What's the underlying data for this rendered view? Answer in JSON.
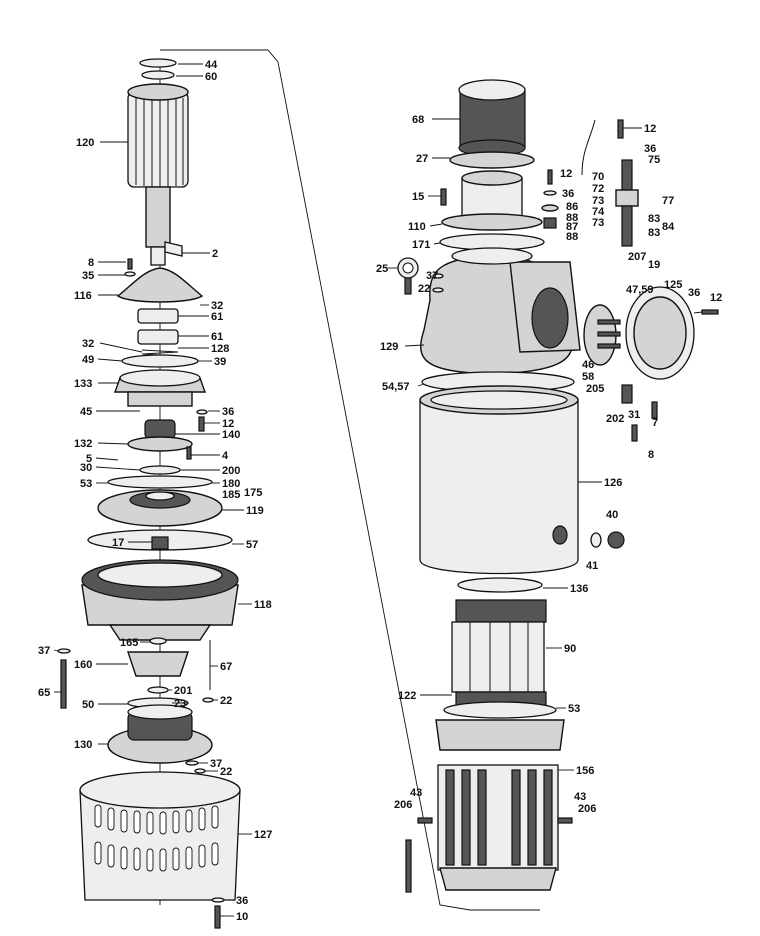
{
  "callouts": [
    {
      "id": "44",
      "side": "left"
    },
    {
      "id": "60",
      "side": "left"
    },
    {
      "id": "120",
      "side": "left"
    },
    {
      "id": "2",
      "side": "left"
    },
    {
      "id": "8",
      "side": "left"
    },
    {
      "id": "35",
      "side": "left"
    },
    {
      "id": "116",
      "side": "left"
    },
    {
      "id": "32",
      "side": "left"
    },
    {
      "id": "61",
      "side": "left"
    },
    {
      "id": "61",
      "side": "left"
    },
    {
      "id": "32",
      "side": "left"
    },
    {
      "id": "128",
      "side": "left"
    },
    {
      "id": "49",
      "side": "left"
    },
    {
      "id": "39",
      "side": "left"
    },
    {
      "id": "133",
      "side": "left"
    },
    {
      "id": "45",
      "side": "left"
    },
    {
      "id": "36",
      "side": "left"
    },
    {
      "id": "12",
      "side": "left"
    },
    {
      "id": "140",
      "side": "left"
    },
    {
      "id": "132",
      "side": "left"
    },
    {
      "id": "4",
      "side": "left"
    },
    {
      "id": "5",
      "side": "left"
    },
    {
      "id": "30",
      "side": "left"
    },
    {
      "id": "200",
      "side": "left"
    },
    {
      "id": "53",
      "side": "left"
    },
    {
      "id": "180",
      "side": "left"
    },
    {
      "id": "185",
      "side": "left"
    },
    {
      "id": "175",
      "side": "left"
    },
    {
      "id": "119",
      "side": "left"
    },
    {
      "id": "17",
      "side": "left"
    },
    {
      "id": "57",
      "side": "left"
    },
    {
      "id": "118",
      "side": "left"
    },
    {
      "id": "37",
      "side": "left"
    },
    {
      "id": "165",
      "side": "left"
    },
    {
      "id": "160",
      "side": "left"
    },
    {
      "id": "67",
      "side": "left"
    },
    {
      "id": "65",
      "side": "left"
    },
    {
      "id": "201",
      "side": "left"
    },
    {
      "id": "50",
      "side": "left"
    },
    {
      "id": "23",
      "side": "left"
    },
    {
      "id": "22",
      "side": "left"
    },
    {
      "id": "130",
      "side": "left"
    },
    {
      "id": "37",
      "side": "left"
    },
    {
      "id": "22",
      "side": "left"
    },
    {
      "id": "127",
      "side": "left"
    },
    {
      "id": "36",
      "side": "left"
    },
    {
      "id": "10",
      "side": "left"
    },
    {
      "id": "68",
      "side": "right"
    },
    {
      "id": "12",
      "side": "right"
    },
    {
      "id": "36",
      "side": "right"
    },
    {
      "id": "75",
      "side": "right"
    },
    {
      "id": "27",
      "side": "right"
    },
    {
      "id": "70",
      "side": "right"
    },
    {
      "id": "12",
      "side": "right"
    },
    {
      "id": "72",
      "side": "right"
    },
    {
      "id": "15",
      "side": "right"
    },
    {
      "id": "36",
      "side": "right"
    },
    {
      "id": "73",
      "side": "right"
    },
    {
      "id": "77",
      "side": "right"
    },
    {
      "id": "86",
      "side": "right"
    },
    {
      "id": "74",
      "side": "right"
    },
    {
      "id": "88",
      "side": "right"
    },
    {
      "id": "83",
      "side": "right"
    },
    {
      "id": "110",
      "side": "right"
    },
    {
      "id": "87",
      "side": "right"
    },
    {
      "id": "73",
      "side": "right"
    },
    {
      "id": "84",
      "side": "right"
    },
    {
      "id": "88",
      "side": "right"
    },
    {
      "id": "83",
      "side": "right"
    },
    {
      "id": "171",
      "side": "right"
    },
    {
      "id": "207",
      "side": "right"
    },
    {
      "id": "19",
      "side": "right"
    },
    {
      "id": "25",
      "side": "right"
    },
    {
      "id": "37",
      "side": "right"
    },
    {
      "id": "22",
      "side": "right"
    },
    {
      "id": "125",
      "side": "right"
    },
    {
      "id": "47,59",
      "side": "right"
    },
    {
      "id": "36",
      "side": "right"
    },
    {
      "id": "12",
      "side": "right"
    },
    {
      "id": "129",
      "side": "right"
    },
    {
      "id": "46",
      "side": "right"
    },
    {
      "id": "58",
      "side": "right"
    },
    {
      "id": "54,57",
      "side": "right"
    },
    {
      "id": "205",
      "side": "right"
    },
    {
      "id": "31",
      "side": "right"
    },
    {
      "id": "202",
      "side": "right"
    },
    {
      "id": "7",
      "side": "right"
    },
    {
      "id": "8",
      "side": "right"
    },
    {
      "id": "126",
      "side": "right"
    },
    {
      "id": "40",
      "side": "right"
    },
    {
      "id": "41",
      "side": "right"
    },
    {
      "id": "136",
      "side": "right"
    },
    {
      "id": "90",
      "side": "right"
    },
    {
      "id": "122",
      "side": "right"
    },
    {
      "id": "53",
      "side": "right"
    },
    {
      "id": "156",
      "side": "right"
    },
    {
      "id": "43",
      "side": "right"
    },
    {
      "id": "206",
      "side": "right"
    },
    {
      "id": "43",
      "side": "right"
    },
    {
      "id": "206",
      "side": "right"
    }
  ]
}
